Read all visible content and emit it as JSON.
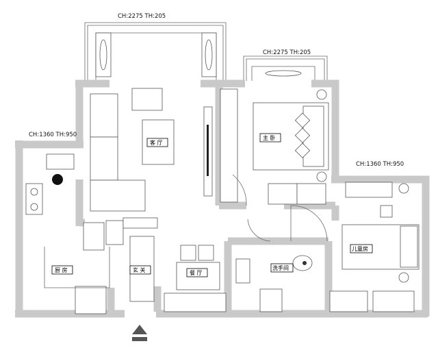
{
  "dimensions": [
    {
      "id": "living-balcony",
      "text": "CH:2275  TH:205"
    },
    {
      "id": "master-balcony",
      "text": "CH:2275  TH:205"
    },
    {
      "id": "kitchen-window",
      "text": "CH:1360  TH:950"
    },
    {
      "id": "kids-window",
      "text": "CH:1360  TH:950"
    }
  ],
  "rooms": {
    "living": "客 厅",
    "master": "主 卧",
    "kitchen": "厨 房",
    "entry": "玄 关",
    "dining": "餐 厅",
    "bathroom": "洗手间",
    "kids": "儿童房"
  },
  "colors": {
    "wall": "#c9c9c9",
    "line": "#555555",
    "entry_arrow": "#555555"
  }
}
